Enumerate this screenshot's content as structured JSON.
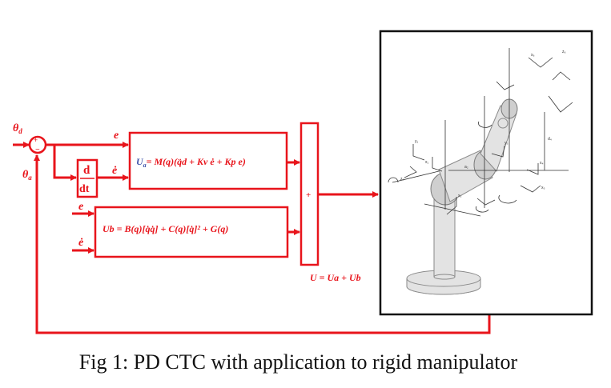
{
  "signals": {
    "theta_d": "θd",
    "theta_a": "θa",
    "e_top": "e",
    "e_dot_deriv": "ė",
    "e_lower": "e",
    "e_dot_lower": "ė"
  },
  "blocks": {
    "deriv_num": "d",
    "deriv_den": "dt",
    "sum_plus_top": "+",
    "sum_minus": "−",
    "adder_plus": "+",
    "ua_symbol": "U",
    "ua_sub": "a",
    "ua_formula": "= M(q)(q̈d + Kv ė + Kp e)",
    "ub_formula": "Ub = B(q)[q̇q̇] + C(q)[q̇]² + G(q)",
    "u_total": "U = Ua + Ub"
  },
  "caption": "Fig 1: PD CTC with application to rigid manipulator",
  "colors": {
    "wire": "#e8141b",
    "ua_symbol": "#3a50a8",
    "caption": "#111111"
  }
}
